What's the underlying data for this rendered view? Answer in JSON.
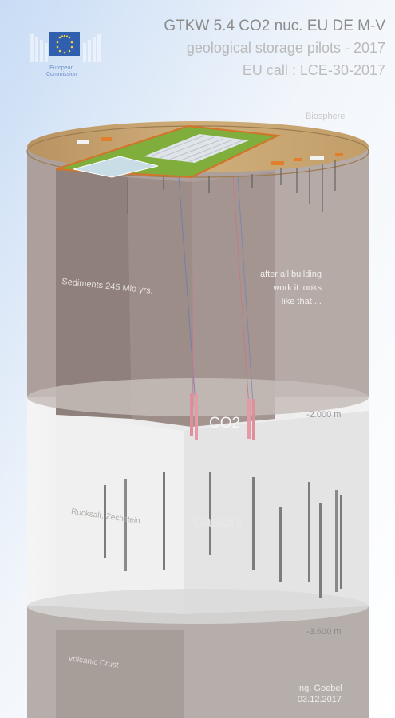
{
  "title": {
    "line1": "GTKW 5.4 CO2 nuc. EU DE M-V",
    "line2": "geological storage pilots - 2017",
    "line3": "EU call : LCE-30-2017"
  },
  "logo": {
    "icon": "eu-flag-icon",
    "caption_line1": "European",
    "caption_line2": "Commission"
  },
  "layers": {
    "biosphere": "Biosphere",
    "sediments": "Sediments 245 Mio yrs.",
    "rocksalt": "Rocksalt, Zechstein",
    "volcanic": "Volcanic Crust"
  },
  "note": "after all building work it looks like that ...",
  "depths": {
    "d2000": "-2.000 m",
    "d3600": "-3.600 m"
  },
  "labels": {
    "co2": "CO2",
    "castors": "Castors"
  },
  "author": {
    "name": "Ing. Goebel",
    "date": "03.12.2017"
  },
  "colors": {
    "sediment": "#a69893",
    "sediment_dark": "#8d7e79",
    "salt": "#ececec",
    "crust": "#b3aba8",
    "surface": "#c9a46c",
    "grass": "#7fae3c",
    "co2_pipe": "#d98c98",
    "eu_blue": "#2f5fae"
  }
}
